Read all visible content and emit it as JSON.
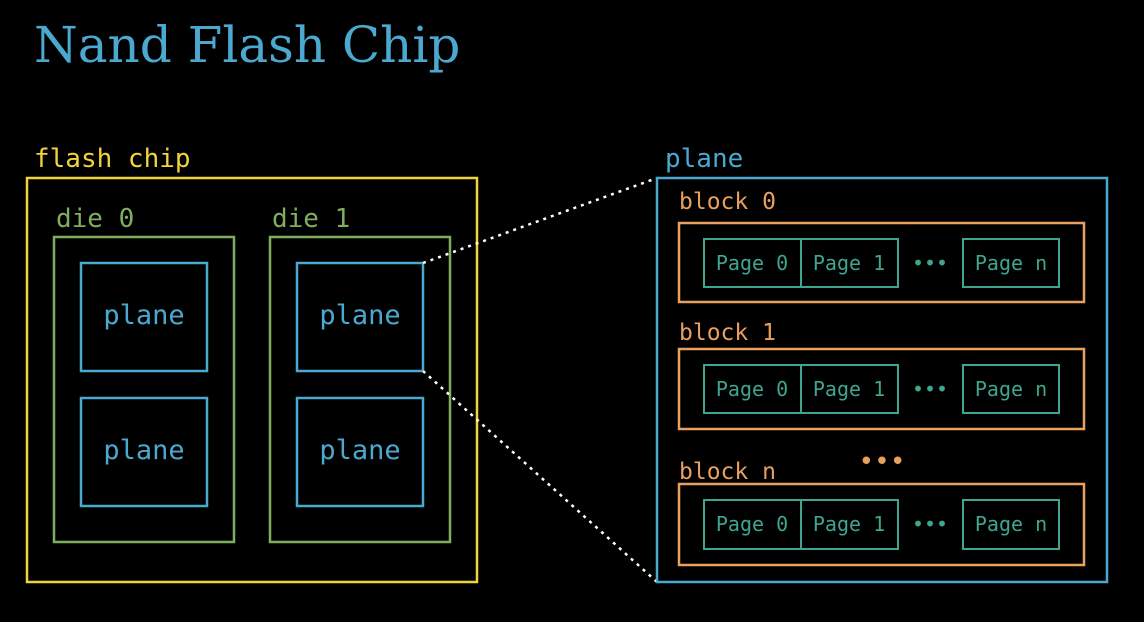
{
  "title": "Nand Flash Chip",
  "labels": {
    "flash_chip": "flash chip",
    "die_0": "die 0",
    "die_1": "die 1",
    "plane": "plane",
    "block_0": "block 0",
    "block_1": "block 1",
    "block_n": "block n",
    "page_0": "Page 0",
    "page_1": "Page 1",
    "page_n": "Page n",
    "ellipsis": "•••"
  },
  "colors": {
    "title": "#4BA8CF",
    "chip": "#F2D43A",
    "die": "#7FAE5F",
    "plane": "#4BA8CF",
    "block": "#E9A05E",
    "page": "#3FA58F",
    "connector": "#FFFFFF"
  }
}
